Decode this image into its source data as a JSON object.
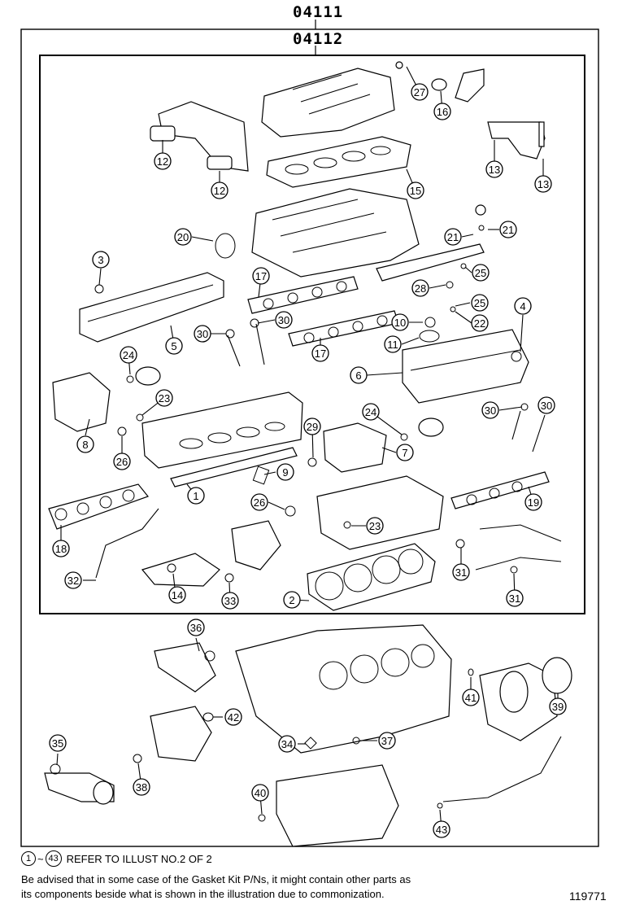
{
  "header": {
    "group_outer": "04111",
    "group_inner": "04112"
  },
  "callouts": [
    {
      "n": "1"
    },
    {
      "n": "2"
    },
    {
      "n": "3"
    },
    {
      "n": "4"
    },
    {
      "n": "5"
    },
    {
      "n": "6"
    },
    {
      "n": "7"
    },
    {
      "n": "8"
    },
    {
      "n": "9"
    },
    {
      "n": "10"
    },
    {
      "n": "11"
    },
    {
      "n": "12"
    },
    {
      "n": "12"
    },
    {
      "n": "13"
    },
    {
      "n": "13"
    },
    {
      "n": "14"
    },
    {
      "n": "15"
    },
    {
      "n": "16"
    },
    {
      "n": "17"
    },
    {
      "n": "17"
    },
    {
      "n": "18"
    },
    {
      "n": "19"
    },
    {
      "n": "20"
    },
    {
      "n": "21"
    },
    {
      "n": "21"
    },
    {
      "n": "22"
    },
    {
      "n": "23"
    },
    {
      "n": "23"
    },
    {
      "n": "24"
    },
    {
      "n": "24"
    },
    {
      "n": "25"
    },
    {
      "n": "25"
    },
    {
      "n": "26"
    },
    {
      "n": "26"
    },
    {
      "n": "27"
    },
    {
      "n": "28"
    },
    {
      "n": "29"
    },
    {
      "n": "30"
    },
    {
      "n": "30"
    },
    {
      "n": "30"
    },
    {
      "n": "30"
    },
    {
      "n": "31"
    },
    {
      "n": "31"
    },
    {
      "n": "32"
    },
    {
      "n": "33"
    },
    {
      "n": "34"
    },
    {
      "n": "35"
    },
    {
      "n": "36"
    },
    {
      "n": "37"
    },
    {
      "n": "38"
    },
    {
      "n": "39"
    },
    {
      "n": "40"
    },
    {
      "n": "41"
    },
    {
      "n": "42"
    },
    {
      "n": "43"
    }
  ],
  "footer": {
    "refer_start": "1",
    "refer_tilde": "~",
    "refer_end": "43",
    "refer_text": "REFER TO ILLUST NO.2 OF 2",
    "advisory_line1": "Be advised that in some case of the Gasket Kit P/Ns,  it might contain other parts as",
    "advisory_line2": "its components beside what is shown in the illustration due to commonization.",
    "illustration_code": "119771"
  }
}
